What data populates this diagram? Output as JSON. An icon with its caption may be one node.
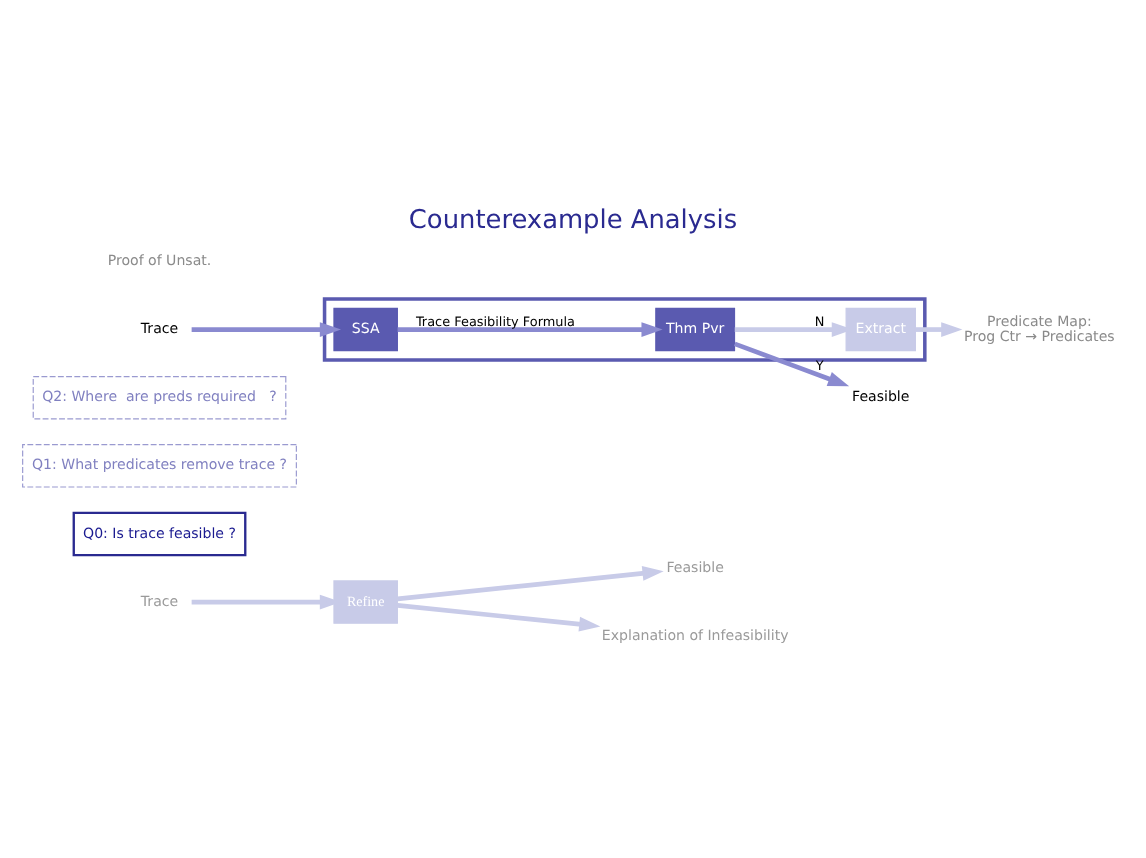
{
  "diagram": {
    "title": "Counterexample Analysis",
    "nodes": [
      {
        "text": [
          "Trace"
        ]
      },
      {
        "text": [
          "Refine"
        ]
      },
      {
        "text": [
          "Feasible"
        ]
      },
      {
        "text": [
          "Explanation of Infeasibility"
        ]
      },
      {
        "text": [
          "Q0: Is trace feasible ?"
        ]
      },
      {
        "text": [
          "Q1: What predicates remove trace ?"
        ]
      },
      {
        "text": [
          "Q2: Where  are preds required   ?"
        ]
      },
      {
        "text": [],
        "shape": "box"
      },
      {
        "text": [
          "Trace"
        ]
      },
      {
        "text": [
          "SSA"
        ],
        "in": 7
      },
      {
        "text": [
          "Thm Pvr"
        ],
        "in": 7
      },
      {
        "text": [
          "Extract"
        ],
        "in": 7
      },
      {
        "text": [
          "Feasible"
        ]
      },
      {
        "text": [
          "Predicate Map:",
          "Prog Ctr → Predicates"
        ]
      }
    ],
    "edges": [
      {
        "from": 0,
        "to": 1,
        "arrow": "to",
        "color": "#c8cbe8"
      },
      {
        "from": 1,
        "to": 2,
        "arrow": "to",
        "color": "#c8cbe8"
      },
      {
        "from": 1,
        "to": 3,
        "arrow": "to",
        "color": "#c8cbe8"
      },
      {
        "from": 8,
        "to": 9,
        "arrow": "to"
      },
      {
        "from": 9,
        "to": 10,
        "label": "Trace Feasibility Formula",
        "arrow": "to"
      },
      {
        "from": 10,
        "to": 12,
        "label": "Y",
        "arrow": "to"
      },
      {
        "from": 10,
        "to": 11,
        "label": "N",
        "arrow": "to",
        "color": "#c8cbe8"
      },
      {
        "from": 11,
        "to": 13,
        "arrow": "to",
        "color": "#c8cbe8"
      }
    ],
    "labels": [
      "Proof of Unsat."
    ]
  }
}
